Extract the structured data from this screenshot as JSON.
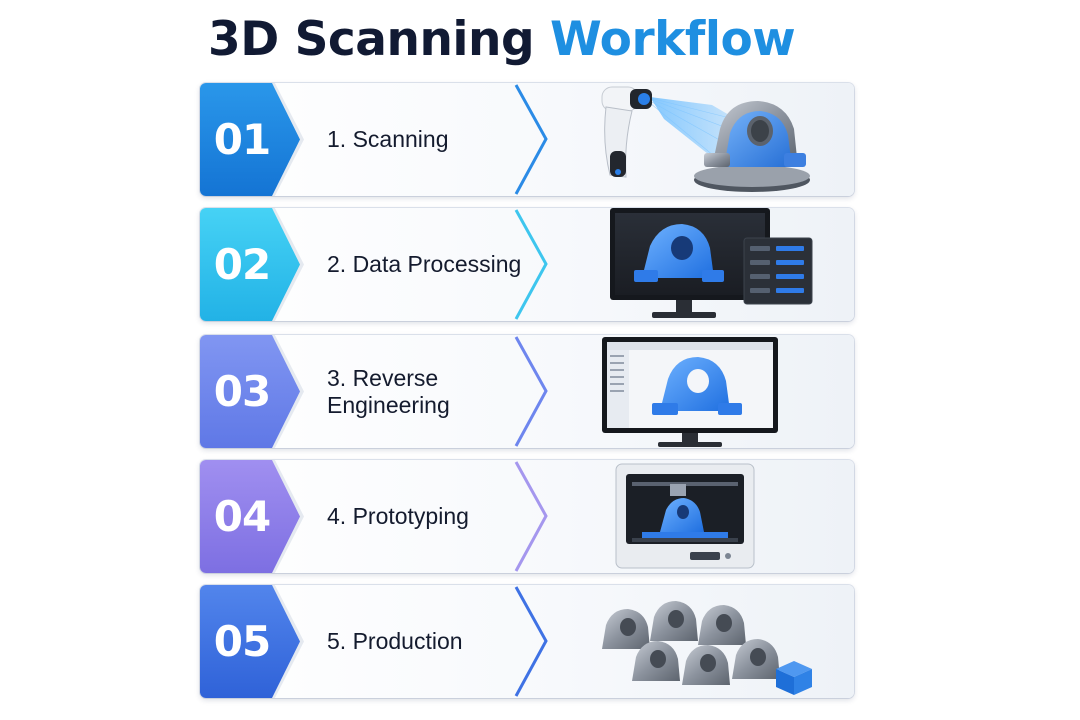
{
  "title": {
    "part1": "3D Scanning",
    "part2": "Workflow"
  },
  "colors": {
    "title_dark": "#111a33",
    "title_accent": "#1e8fe1",
    "step1": "#1a86e0",
    "step2": "#34c4ef",
    "step3": "#6e86ee",
    "step4": "#8f80ea",
    "step5": "#3f72e4"
  },
  "steps": [
    {
      "number": "01",
      "label": "1. Scanning",
      "color": "#1a86e0",
      "icon": "handheld-scanner-icon"
    },
    {
      "number": "02",
      "label": "2. Data Processing",
      "color": "#34c4ef",
      "icon": "monitor-mesh-icon"
    },
    {
      "number": "03",
      "label": "3. Reverse Engineering",
      "label_line1": "3. Reverse",
      "label_line2": "Engineering",
      "color": "#6e86ee",
      "icon": "cad-monitor-icon"
    },
    {
      "number": "04",
      "label": "4. Prototyping",
      "color": "#8f80ea",
      "icon": "3d-printer-icon"
    },
    {
      "number": "05",
      "label": "5. Production",
      "color": "#3f72e4",
      "icon": "production-parts-icon"
    }
  ]
}
